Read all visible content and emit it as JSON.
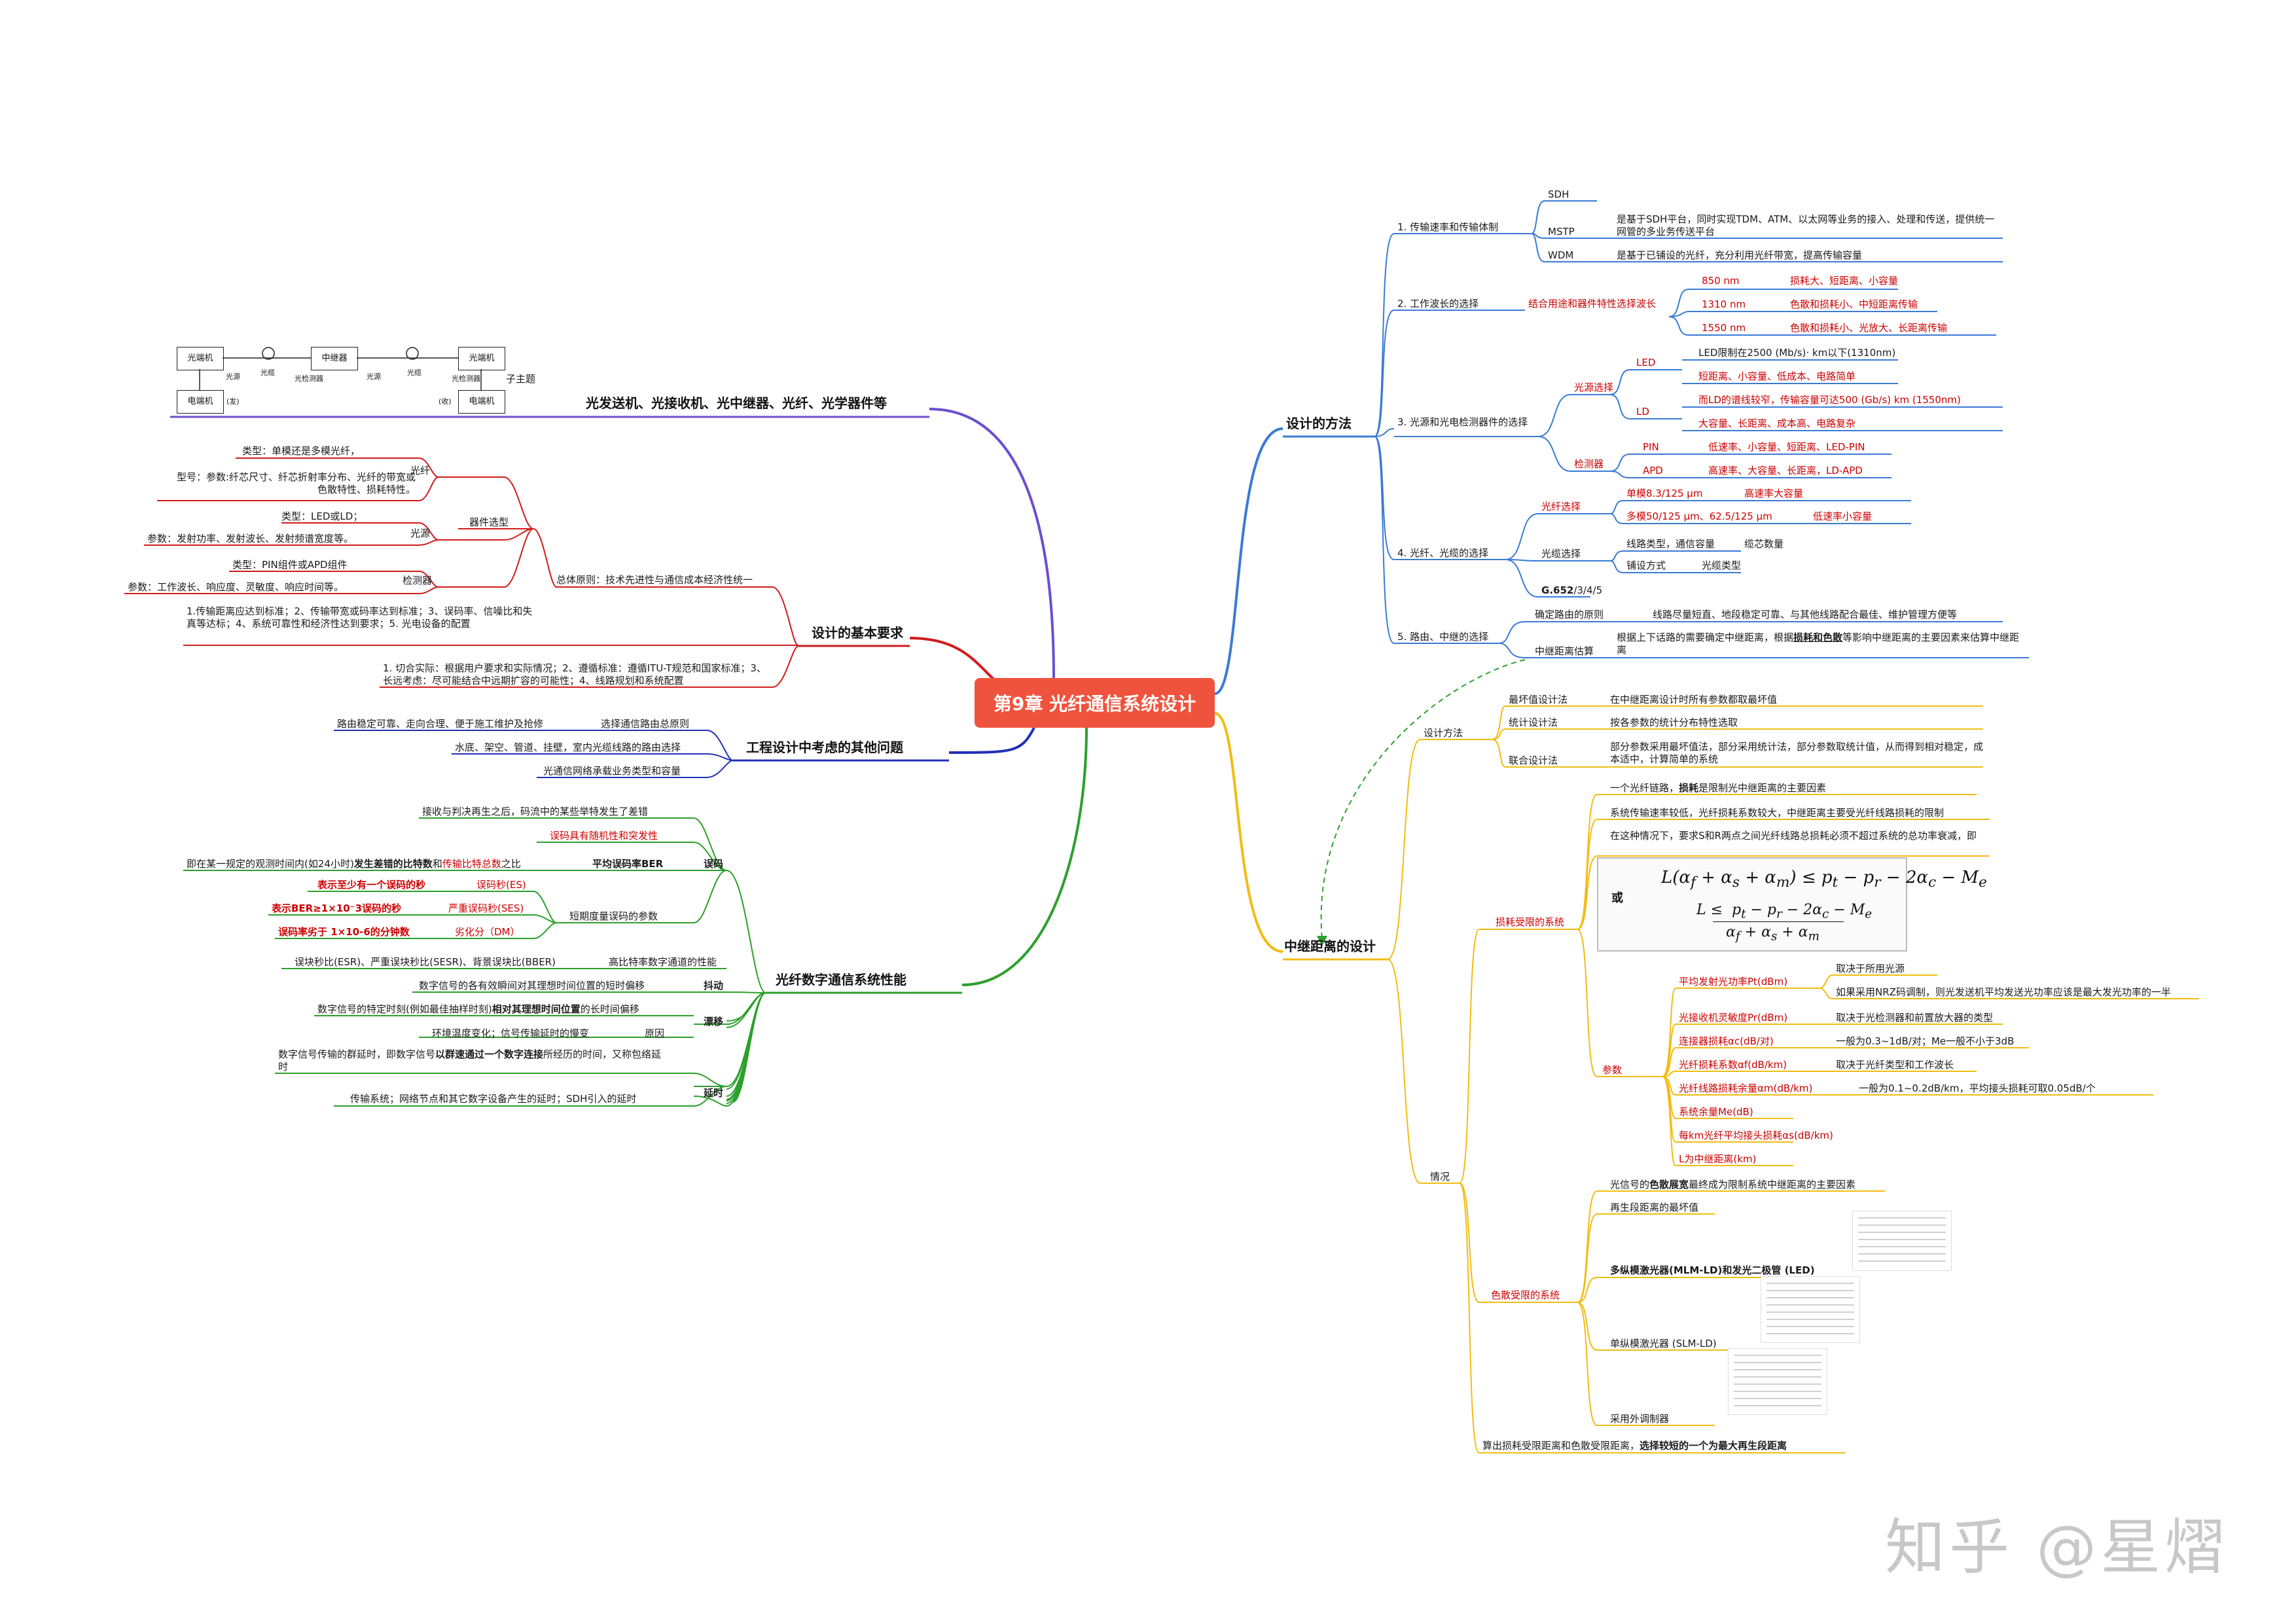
{
  "center": {
    "title": "第9章 光纤通信系统设计"
  },
  "branch_right_top": {
    "label": "设计的方法",
    "s1": {
      "label": "1. 传输速率和传输体制",
      "sdh": "SDH",
      "mstp": "MSTP",
      "mstp_desc": "是基于SDH平台，同时实现TDM、ATM、以太网等业务的接入、处理和传送，提供统一网管的多业务传送平台",
      "wdm": "WDM",
      "wdm_desc": "是基于已铺设的光纤，充分利用光纤带宽，提高传输容量"
    },
    "s2": {
      "label": "2. 工作波长的选择",
      "sub": "结合用途和器件特性选择波长",
      "w1": "850 nm",
      "w1d": "损耗大、短距离、小容量",
      "w2": "1310 nm",
      "w2d": "色散和损耗小、中短距离传输",
      "w3": "1550 nm",
      "w3d": "色散和损耗小、光放大、长距离传输"
    },
    "s3": {
      "label": "3. 光源和光电检测器件的选择",
      "src": "光源选择",
      "led": "LED",
      "led1": "LED限制在2500 (Mb/s)· km以下(1310nm)",
      "led2": "短距离、小容量、低成本、电路简单",
      "ld": "LD",
      "ld1": "而LD的谱线较窄，传输容量可达500 (Gb/s) km (1550nm)",
      "ld2": "大容量、长距离、成本高、电路复杂",
      "det": "检测器",
      "pin": "PIN",
      "pind": "低速率、小容量、短距离、LED-PIN",
      "apd": "APD",
      "apdd": "高速率、大容量、长距离，LD-APD"
    },
    "s4": {
      "label": "4. 光纤、光缆的选择",
      "fib": "光纤选择",
      "sm": "单模8.3/125 μm",
      "smd": "高速率大容量",
      "mm": "多模50/125 μm、62.5/125 μm",
      "mmd": "低速率小容量",
      "cab": "光缆选择",
      "c1": "线路类型，通信容量",
      "c1d": "缆芯数量",
      "c2": "铺设方式",
      "c2d": "光缆类型",
      "g652": "G.652",
      "g652s": "/3/4/5"
    },
    "s5": {
      "label": "5. 路由、中继的选择",
      "r1": "确定路由的原则",
      "r1d": "线路尽量短直、地段稳定可靠、与其他线路配合最佳、维护管理方便等",
      "r2": "中继距离估算",
      "r2d_a": "根据上下话路的需要确定中继距离，根据",
      "r2d_b": "损耗和色散",
      "r2d_c": "等影响中继距离的主要因素来估算中继距离"
    }
  },
  "branch_right_bottom": {
    "label": "中继距离的设计",
    "m": {
      "label": "设计方法",
      "a": "最坏值设计法",
      "ad": "在中继距离设计时所有参数都取最坏值",
      "b": "统计设计法",
      "bd": "按各参数的统计分布特性选取",
      "c": "联合设计法",
      "cd": "部分参数采用最坏值法，部分采用统计法，部分参数取统计值，从而得到相对稳定，成本适中，计算简单的系统"
    },
    "cond": "情况",
    "loss": {
      "label": "损耗受限的系统",
      "p1a": "一个光纤链路，",
      "p1b": "损耗",
      "p1c": "是限制光中继距离的主要因素",
      "p2": "系统传输速率较低，光纤损耗系数较大，中继距离主要受光纤线路损耗的限制",
      "p3": "在这种情况下，要求S和R两点之间光纤线路总损耗必须不超过系统的总功率衰减，即",
      "or": "或",
      "params": "参数",
      "pt": "平均发射光功率Pt(dBm)",
      "pt1": "取决于所用光源",
      "pt2": "如果采用NRZ码调制，则光发送机平均发送光功率应该是最大发光功率的一半",
      "pr": "光接收机灵敏度Pr(dBm)",
      "prd": "取决于光检测器和前置放大器的类型",
      "ac": "连接器损耗αc(dB/对)",
      "acd": "一般为0.3~1dB/对；Me一般不小于3dB",
      "af": "光纤损耗系数αf(dB/km)",
      "afd": "取决于光纤类型和工作波长",
      "am": "光纤线路损耗余量αm(dB/km)",
      "amd": "一般为0.1~0.2dB/km，平均接头损耗可取0.05dB/个",
      "me": "系统余量Me(dB)",
      "as": "每km光纤平均接头损耗αs(dB/km)",
      "lz": "L为中继距离(km)"
    },
    "disp": {
      "label": "色散受限的系统",
      "d1a": "光信号的",
      "d1b": "色散展宽",
      "d1c": "最终成为限制系统中继距离的主要因素",
      "d2": "再生段距离的最坏值",
      "d3": "多纵模激光器(MLM-LD)和发光二极管 (LED)",
      "d4": "单纵模激光器 (SLM-LD)",
      "d5": "采用外调制器"
    },
    "final_a": "算出损耗受限距离和色散受限距离，",
    "final_b": "选择较短的一个为最大再生段距离"
  },
  "branch_left_1": {
    "label": "光发送机、光接收机、光中继器、光纤、光学器件等",
    "subtopic": "子主题",
    "blocks": {
      "b1": "光端机",
      "b2": "电端机",
      "b3": "中继器",
      "b4": "光端机",
      "b5": "电端机",
      "fiber": "光缆",
      "src": "光源",
      "det": "光检测器",
      "elec_tx": "(发)",
      "elec_rx": "(收)"
    }
  },
  "branch_left_2": {
    "label": "设计的基本要求",
    "total": "总体原则：技术先进性与通信成本经济性统一",
    "dev": "器件选型",
    "fiber": "光纤",
    "fiber_t": "类型：单模还是多模光纤，",
    "fiber_p": "型号：参数:纤芯尺寸、纤芯折射率分布、光纤的带宽或色散特性、损耗特性。",
    "src": "光源",
    "src_t": "类型：LED或LD；",
    "src_p": "参数：发射功率、发射波长、发射频谱宽度等。",
    "det": "检测器",
    "det_t": "类型：PIN组件或APD组件",
    "det_p": "参数：工作波长、响应度、灵敏度、响应时间等。",
    "req": "1.传输距离应达到标准；2、传输带宽或码率达到标准；3、误码率、信噪比和失真等达标；4、系统可靠性和经济性达到要求；5. 光电设备的配置",
    "prin": "1. 切合实际：根据用户要求和实际情况；2、遵循标准：遵循ITU-T规范和国家标准；3、长远考虑：尽可能结合中远期扩容的可能性；4、线路规划和系统配置"
  },
  "branch_left_3": {
    "label": "工程设计中考虑的其他问题",
    "a": "路由稳定可靠、走向合理、便于施工维护及抢修",
    "ad": "选择通信路由总原则",
    "b": "水底、架空、管道、挂壁，室内光缆线路的路由选择",
    "c": "光通信网络承载业务类型和容量"
  },
  "branch_left_4": {
    "label": "光纤数字通信系统性能",
    "ber": "误码",
    "ber1": "接收与判决再生之后，码流中的某些举特发生了差错",
    "ber2": "误码具有随机性和突发性",
    "avg": "平均误码率BER",
    "avg_a": "即在某一规定的观测时间内(如24小时)",
    "avg_b": "发生差错的比特数",
    "avg_c": "和",
    "avg_d": "传输比特总数",
    "avg_e": "之比",
    "short": "短期度量误码的参数",
    "es_d": "表示至少有一个误码的秒",
    "es": "误码秒(ES)",
    "ses_d": "表示BER≥1×10⁻3误码的秒",
    "ses": "严重误码秒(SES)",
    "dm_d": "误码率劣于 1×10-6的分钟数",
    "dm": "劣化分（DM）",
    "high": "高比特率数字通道的性能",
    "high_d": "误块秒比(ESR)、严重误块秒比(SESR)、背景误块比(BBER)",
    "jit": "抖动",
    "jit_d": "数字信号的各有效瞬间对其理想时间位置的短时偏移",
    "wan": "漂移",
    "wan_d_a": "数字信号的特定时刻(例如最佳抽样时刻)",
    "wan_d_b": "相对其理想时间位置",
    "wan_d_c": "的长时间偏移",
    "cause": "原因",
    "cause_d": "环境温度变化；信号传输延时的慢变",
    "del": "延时",
    "del_a": "数字信号传输的群延时，即数字信号",
    "del_b": "以群速通过一个数字连接",
    "del_c": "所经历的时间，又称包络延时",
    "del2": "传输系统；网络节点和其它数字设备产生的延时；SDH引入的延时"
  },
  "watermark": "知乎 @星熠",
  "colors": {
    "blue": "#3a7bd5",
    "yellow": "#f2bc14",
    "purple": "#6a4fcf",
    "red": "#d11c1c",
    "navy": "#2130b8",
    "green": "#2ca02c",
    "center": "#f0533d"
  }
}
